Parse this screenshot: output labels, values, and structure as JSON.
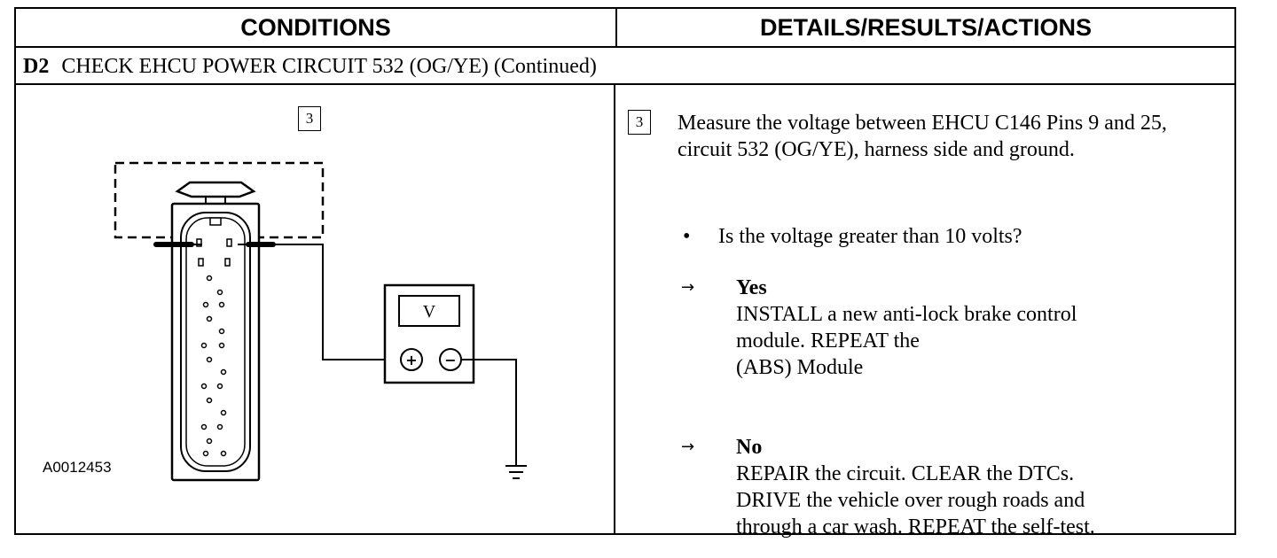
{
  "header": {
    "left": "CONDITIONS",
    "right": "DETAILS/RESULTS/ACTIONS"
  },
  "step": {
    "id": "D2",
    "title": "CHECK EHCU POWER CIRCUIT 532 (OG/YE) (Continued)"
  },
  "figure": {
    "step_number": "3",
    "meter_label": "V",
    "plus_symbol": "+",
    "minus_symbol": "−",
    "figure_id": "A0012453"
  },
  "details": {
    "step_number": "3",
    "instruction": "Measure the voltage between EHCU C146 Pins 9 and 25, circuit 532 (OG/YE), harness side and ground.",
    "bullet_symbol": "•",
    "question": "Is the voltage greater than 10 volts?",
    "arrow_symbol": "→",
    "yes": {
      "label": "Yes",
      "line1": "INSTALL a new anti-lock brake control",
      "line2": "module. REPEAT the",
      "line3": "(ABS) Module"
    },
    "no": {
      "label": "No",
      "line1": "REPAIR the circuit. CLEAR the DTCs.",
      "line2": "DRIVE the vehicle over rough roads and",
      "line3": "through a car wash. REPEAT the self-test."
    }
  }
}
